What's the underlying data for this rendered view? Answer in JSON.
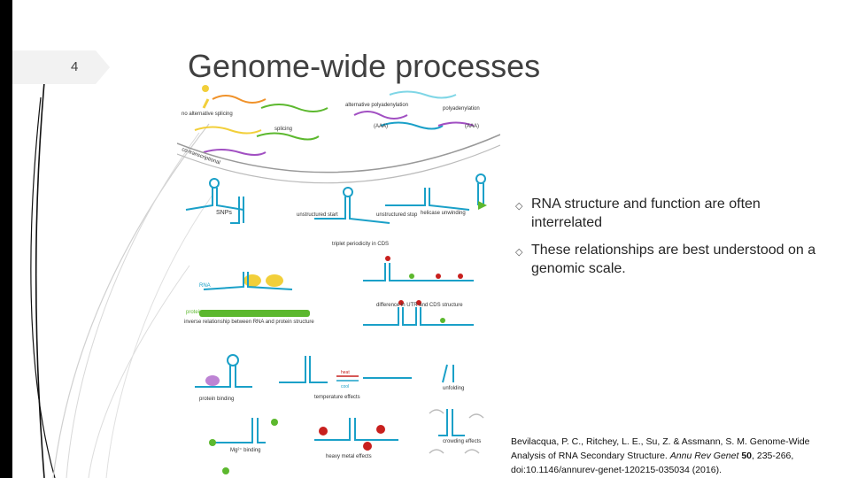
{
  "slide": {
    "number": "4",
    "title": "Genome-wide processes"
  },
  "bullets": [
    {
      "text": "RNA structure and function are often interrelated"
    },
    {
      "text": "These relationships are best understood on a genomic scale."
    }
  ],
  "citation": {
    "authors": "Bevilacqua, P. C., Ritchey, L. E., Su, Z. & Assmann, S. M. Genome-Wide Analysis of RNA Secondary Structure.",
    "journal": "Annu Rev Genet",
    "volume": "50",
    "pages": ", 235-266, doi:10.1146/annurev-genet-120215-035034 (2016)."
  },
  "figure": {
    "labels": {
      "no_alt_splicing": "no alternative splicing",
      "splicing": "splicing",
      "alt_polyadenylation": "alternative polyadenylation",
      "polyadenylation": "polyadenylation",
      "aaa1": "(AAA)",
      "aaa2": "(AAA)",
      "co_transcriptional": "co-transcriptional",
      "snps": "SNPs",
      "unstructured_start": "unstructured start",
      "unstructured_stop": "unstructured stop",
      "triplet_periodicity": "triplet periodicity in CDS",
      "helicase_unwinding": "helicase unwinding",
      "rna": "RNA",
      "protein": "protein",
      "inverse_relationship": "inverse relationship between RNA and protein structure",
      "difference_utr": "difference in UTR and CDS structure",
      "heat": "heat",
      "cool": "cool",
      "temperature_effects": "temperature effects",
      "unfolding": "unfolding",
      "protein_binding": "protein binding",
      "mg_binding": "Mg²⁺ binding",
      "heavy_metal": "heavy metal effects",
      "crowding_effects": "crowding effects"
    },
    "colors": {
      "stem_blue": "#1aa0c8",
      "orange": "#f0922a",
      "green": "#5cb82e",
      "purple": "#a14fc2",
      "yellow": "#f2cf3a",
      "red": "#c8201e",
      "cyan": "#7fd6e6"
    }
  }
}
